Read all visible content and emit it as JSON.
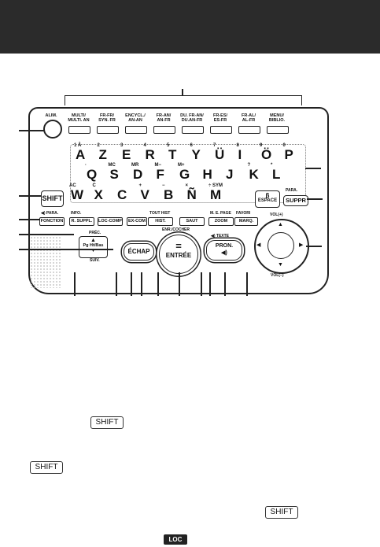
{
  "function_keys": [
    {
      "label": "MULTI/\nMULTI. AN"
    },
    {
      "label": "FR-FR/\nSYN. FR"
    },
    {
      "label": "ENCYCL./\nAN-AN"
    },
    {
      "label": "FR-AN/\nAN-FR"
    },
    {
      "label": "DU. FR-AN/\nDU.AN-FR"
    },
    {
      "label": "FR-ES/\nES-FR"
    },
    {
      "label": "FR-AL/\nAL-FR"
    },
    {
      "label": "MENU/\nBIBLIO."
    }
  ],
  "power_label": "ALIM.",
  "row1": [
    {
      "main": "A",
      "sub": "1  Â"
    },
    {
      "main": "Z",
      "sub": "2"
    },
    {
      "main": "E",
      "sub": "3"
    },
    {
      "main": "R",
      "sub": "4"
    },
    {
      "main": "T",
      "sub": "5"
    },
    {
      "main": "Y",
      "sub": "6"
    },
    {
      "main": "Ü",
      "sub": "7"
    },
    {
      "main": "I",
      "sub": "8"
    },
    {
      "main": "Ö",
      "sub": "9"
    },
    {
      "main": "P",
      "sub": "0"
    }
  ],
  "row2": [
    {
      "main": "Q",
      "sub": "·"
    },
    {
      "main": "S",
      "sub": "MC"
    },
    {
      "main": "D",
      "sub": "MR"
    },
    {
      "main": "F",
      "sub": "M−"
    },
    {
      "main": "G",
      "sub": "M+"
    },
    {
      "main": "H",
      "sub": ""
    },
    {
      "main": "J",
      "sub": ""
    },
    {
      "main": "K",
      "sub": "?"
    },
    {
      "main": "L",
      "sub": "*"
    }
  ],
  "row3": [
    {
      "main": "W",
      "sub": "AC"
    },
    {
      "main": "X",
      "sub": "C"
    },
    {
      "main": "C",
      "sub": ""
    },
    {
      "main": "V",
      "sub": "+"
    },
    {
      "main": "B",
      "sub": "−"
    },
    {
      "main": "Ñ",
      "sub": "×"
    },
    {
      "main": "M",
      "sub": "÷ SYM"
    }
  ],
  "shift_label": "SHIFT",
  "espace_label": "ESPACE",
  "espace_sub": "β",
  "suppr_label": "SUPPR",
  "para_label": "PARA.",
  "small_keys": [
    {
      "label": "FONCTION",
      "top": "◀) PARA."
    },
    {
      "label": "R. SUPPL.",
      "top": "INFO."
    },
    {
      "label": "LOC-COMP",
      "top": ""
    },
    {
      "label": "EX-COM",
      "top": ""
    },
    {
      "label": "HIST.",
      "top": "TOUT HIST"
    },
    {
      "label": "SAUT",
      "top": ""
    },
    {
      "label": "ZOOM",
      "top": "M. E. PAGE"
    },
    {
      "label": "MARQ.",
      "top": "FAVORI"
    }
  ],
  "prec_label": "PRÉC.",
  "suiv_label": "SUIV.",
  "pg_label": "Pg Ht/Bas",
  "echap_label": "ÉCHAP",
  "entree_label": "ENTRÉE",
  "entree_top": "ENR./COCHER",
  "pron_label": "PRON.",
  "pron_top": "◀) TEXTE",
  "vol_up": "VOL(+)",
  "vol_down": "VOL(−)",
  "body_keys": {
    "shift1": "SHIFT",
    "shift2": "SHIFT",
    "shift3": "SHIFT",
    "loc": "LOC"
  }
}
